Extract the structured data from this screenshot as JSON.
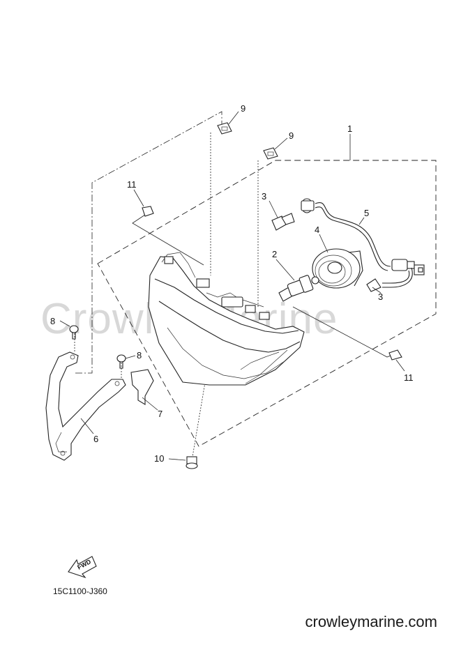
{
  "watermark": "CrowleyMarine",
  "site_label": "crowleymarine.com",
  "diagram_code": "15C1100-J360",
  "fwd_label": "FWD",
  "callouts": {
    "c1": "1",
    "c2": "2",
    "c3a": "3",
    "c3b": "3",
    "c4": "4",
    "c5": "5",
    "c6": "6",
    "c7": "7",
    "c8a": "8",
    "c8b": "8",
    "c9a": "9",
    "c9b": "9",
    "c10": "10",
    "c11a": "11",
    "c11b": "11"
  }
}
